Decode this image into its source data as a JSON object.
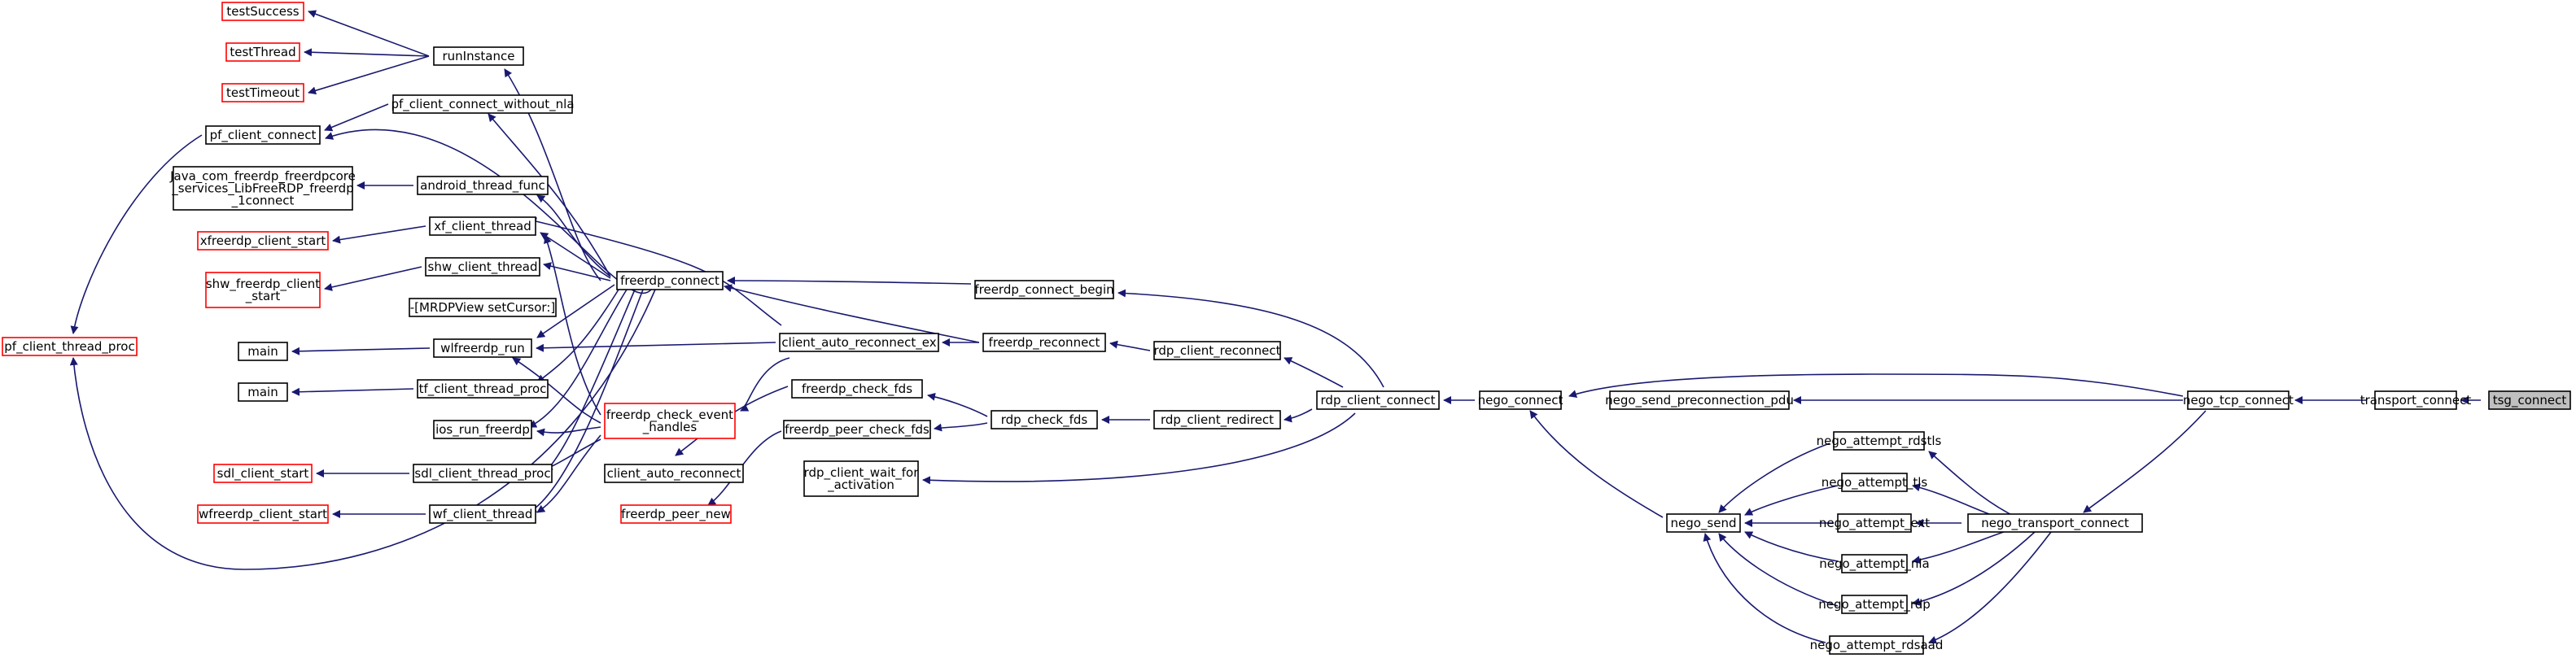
{
  "diagram": {
    "type": "call-graph",
    "colors": {
      "edge": "#191970",
      "normal_border": "#000000",
      "truncated_border": "#ff0000",
      "target_fill": "#bfbfbf"
    },
    "nodes": {
      "tsg_connect": {
        "lines": [
          "tsg_connect"
        ]
      },
      "transport_connect": {
        "lines": [
          "transport_connect"
        ]
      },
      "nego_tcp_connect": {
        "lines": [
          "nego_tcp_connect"
        ]
      },
      "nego_connect": {
        "lines": [
          "nego_connect"
        ]
      },
      "nego_send_preconnection_pdu": {
        "lines": [
          "nego_send_preconnection_pdu"
        ]
      },
      "nego_transport_connect": {
        "lines": [
          "nego_transport_connect"
        ]
      },
      "nego_attempt_rdstls": {
        "lines": [
          "nego_attempt_rdstls"
        ]
      },
      "nego_attempt_tls": {
        "lines": [
          "nego_attempt_tls"
        ]
      },
      "nego_attempt_ext": {
        "lines": [
          "nego_attempt_ext"
        ]
      },
      "nego_attempt_nla": {
        "lines": [
          "nego_attempt_nla"
        ]
      },
      "nego_attempt_rdp": {
        "lines": [
          "nego_attempt_rdp"
        ]
      },
      "nego_attempt_rdsaad": {
        "lines": [
          "nego_attempt_rdsaad"
        ]
      },
      "nego_send": {
        "lines": [
          "nego_send"
        ]
      },
      "rdp_client_connect": {
        "lines": [
          "rdp_client_connect"
        ]
      },
      "freerdp_connect_begin": {
        "lines": [
          "freerdp_connect_begin"
        ]
      },
      "rdp_client_reconnect": {
        "lines": [
          "rdp_client_reconnect"
        ]
      },
      "rdp_client_redirect": {
        "lines": [
          "rdp_client_redirect"
        ]
      },
      "freerdp_reconnect": {
        "lines": [
          "freerdp_reconnect"
        ]
      },
      "rdp_check_fds": {
        "lines": [
          "rdp_check_fds"
        ]
      },
      "rdp_client_wait_for_activation": {
        "lines": [
          "rdp_client_wait_for",
          "_activation"
        ]
      },
      "freerdp_connect": {
        "lines": [
          "freerdp_connect"
        ]
      },
      "client_auto_reconnect_ex": {
        "lines": [
          "client_auto_reconnect_ex"
        ]
      },
      "freerdp_check_fds": {
        "lines": [
          "freerdp_check_fds"
        ]
      },
      "freerdp_peer_check_fds": {
        "lines": [
          "freerdp_peer_check_fds"
        ]
      },
      "freerdp_check_event_handles": {
        "lines": [
          "freerdp_check_event",
          "_handles"
        ]
      },
      "client_auto_reconnect": {
        "lines": [
          "client_auto_reconnect"
        ]
      },
      "freerdp_peer_new": {
        "lines": [
          "freerdp_peer_new"
        ]
      },
      "runInstance": {
        "lines": [
          "runInstance"
        ]
      },
      "pf_client_connect_without_nla": {
        "lines": [
          "pf_client_connect_without_nla"
        ]
      },
      "android_thread_func": {
        "lines": [
          "android_thread_func"
        ]
      },
      "xf_client_thread": {
        "lines": [
          "xf_client_thread"
        ]
      },
      "shw_client_thread": {
        "lines": [
          "shw_client_thread"
        ]
      },
      "mrdpview_setcursor": {
        "lines": [
          "-[MRDPView setCursor:]"
        ]
      },
      "wlfreerdp_run": {
        "lines": [
          "wlfreerdp_run"
        ]
      },
      "tf_client_thread_proc": {
        "lines": [
          "tf_client_thread_proc"
        ]
      },
      "ios_run_freerdp": {
        "lines": [
          "ios_run_freerdp"
        ]
      },
      "sdl_client_thread_proc": {
        "lines": [
          "sdl_client_thread_proc"
        ]
      },
      "wf_client_thread": {
        "lines": [
          "wf_client_thread"
        ]
      },
      "testSuccess": {
        "lines": [
          "testSuccess"
        ]
      },
      "testThread": {
        "lines": [
          "testThread"
        ]
      },
      "testTimeout": {
        "lines": [
          "testTimeout"
        ]
      },
      "pf_client_connect": {
        "lines": [
          "pf_client_connect"
        ]
      },
      "java_connect": {
        "lines": [
          "Java_com_freerdp_freerdpcore",
          "_services_LibFreeRDP_freerdp",
          "_1connect"
        ]
      },
      "xfreerdp_client_start": {
        "lines": [
          "xfreerdp_client_start"
        ]
      },
      "shw_freerdp_client_start": {
        "lines": [
          "shw_freerdp_client",
          "_start"
        ]
      },
      "main_1": {
        "lines": [
          "main"
        ]
      },
      "main_2": {
        "lines": [
          "main"
        ]
      },
      "sdl_client_start": {
        "lines": [
          "sdl_client_start"
        ]
      },
      "wfreerdp_client_start": {
        "lines": [
          "wfreerdp_client_start"
        ]
      },
      "pf_client_thread_proc": {
        "lines": [
          "pf_client_thread_proc"
        ]
      }
    }
  }
}
